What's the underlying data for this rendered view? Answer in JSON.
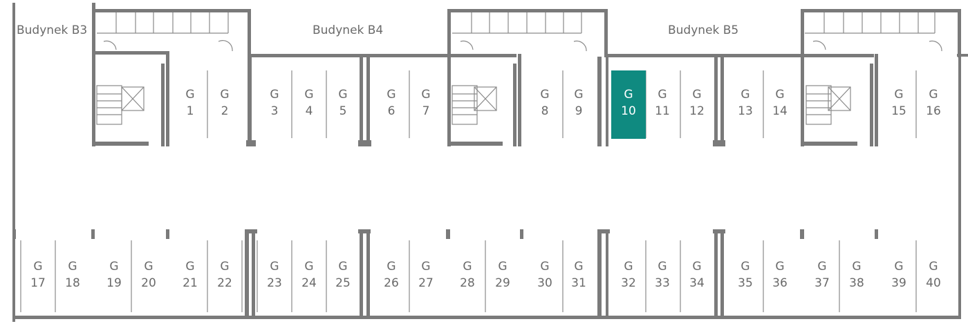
{
  "buildings": [
    {
      "id": "b3",
      "label": "Budynek B3"
    },
    {
      "id": "b4",
      "label": "Budynek B4"
    },
    {
      "id": "b5",
      "label": "Budynek B5"
    }
  ],
  "spot_prefix": "G",
  "selected_spot": "10",
  "colors": {
    "selected": "#0f8a80",
    "walls": "#7a7a7a",
    "text": "#6a6a6a"
  },
  "spots": [
    {
      "num": "1"
    },
    {
      "num": "2"
    },
    {
      "num": "3"
    },
    {
      "num": "4"
    },
    {
      "num": "5"
    },
    {
      "num": "6"
    },
    {
      "num": "7"
    },
    {
      "num": "8"
    },
    {
      "num": "9"
    },
    {
      "num": "10"
    },
    {
      "num": "11"
    },
    {
      "num": "12"
    },
    {
      "num": "13"
    },
    {
      "num": "14"
    },
    {
      "num": "15"
    },
    {
      "num": "16"
    },
    {
      "num": "17"
    },
    {
      "num": "18"
    },
    {
      "num": "19"
    },
    {
      "num": "20"
    },
    {
      "num": "21"
    },
    {
      "num": "22"
    },
    {
      "num": "23"
    },
    {
      "num": "24"
    },
    {
      "num": "25"
    },
    {
      "num": "26"
    },
    {
      "num": "27"
    },
    {
      "num": "28"
    },
    {
      "num": "29"
    },
    {
      "num": "30"
    },
    {
      "num": "31"
    },
    {
      "num": "32"
    },
    {
      "num": "33"
    },
    {
      "num": "34"
    },
    {
      "num": "35"
    },
    {
      "num": "36"
    },
    {
      "num": "37"
    },
    {
      "num": "38"
    },
    {
      "num": "39"
    },
    {
      "num": "40"
    }
  ]
}
